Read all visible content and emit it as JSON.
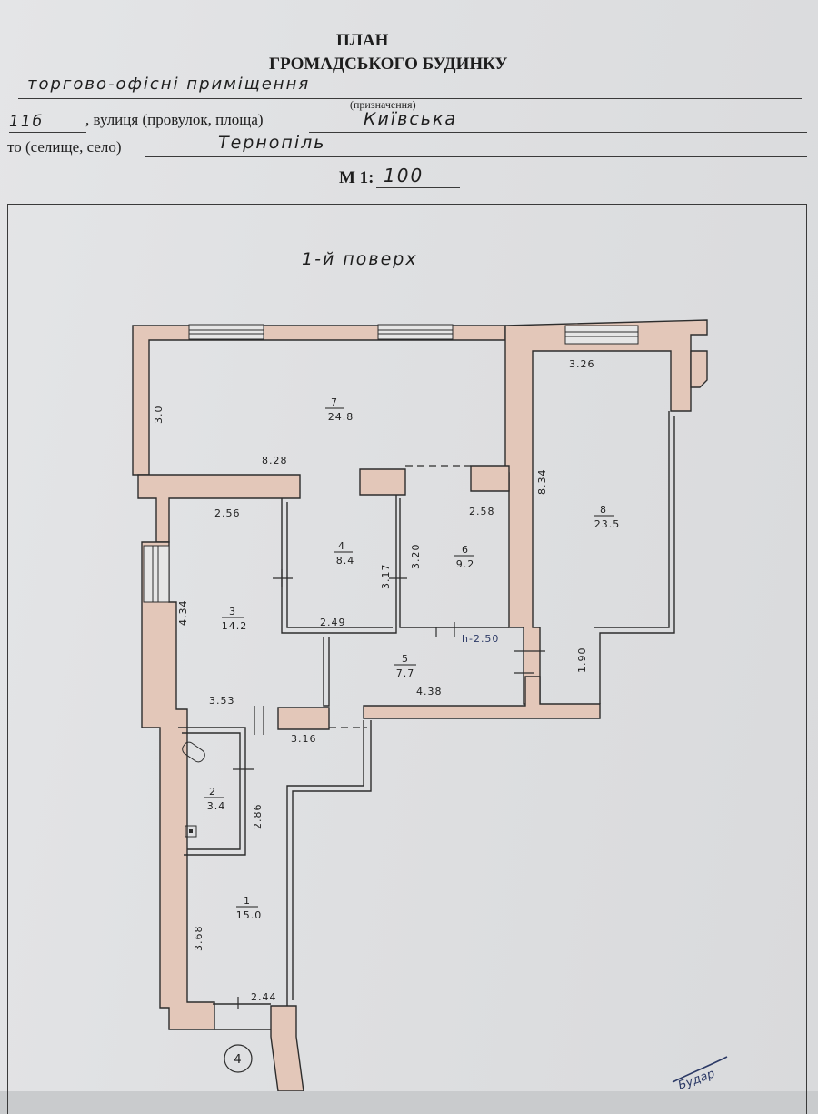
{
  "header": {
    "title_line1": "ПЛАН",
    "title_line2": "ГРОМАДСЬКОГО БУДИНКУ",
    "purpose_value": "торгово-офісні приміщення",
    "purpose_caption": "(призначення)",
    "house_number": "11б",
    "street_caption": ", вулиця (провулок, площа)",
    "street_value": "Київська",
    "city_caption": "то (селище, село)",
    "city_value": "Тернопіль",
    "scale_label": "М 1:",
    "scale_value": "100"
  },
  "floor_label": "1-й поверх",
  "rooms": [
    {
      "number": "1",
      "area": "15.0"
    },
    {
      "number": "2",
      "area": "3.4"
    },
    {
      "number": "3",
      "area": "14.2"
    },
    {
      "number": "4",
      "area": "8.4"
    },
    {
      "number": "5",
      "area": "7.7"
    },
    {
      "number": "6",
      "area": "9.2"
    },
    {
      "number": "7",
      "area": "24.8"
    },
    {
      "number": "8",
      "area": "23.5"
    }
  ],
  "dimensions": {
    "r7_height": "3.0",
    "r7_width": "8.28",
    "r3_width": "2.56",
    "r3_height": "4.34",
    "r3_bottom": "3.53",
    "r4_height": "3.17",
    "r4_width": "2.49",
    "r6_height": "3.20",
    "r6_width": "2.58",
    "r5_height": "h-2.50",
    "r5_width": "4.38",
    "r8_width": "3.26",
    "r8_height": "8.34",
    "r8_lower": "1.90",
    "corridor_width": "3.16",
    "r2_height": "2.86",
    "r1_height": "3.68",
    "r1_width": "2.44"
  },
  "marker": "4",
  "signature": "Будар"
}
